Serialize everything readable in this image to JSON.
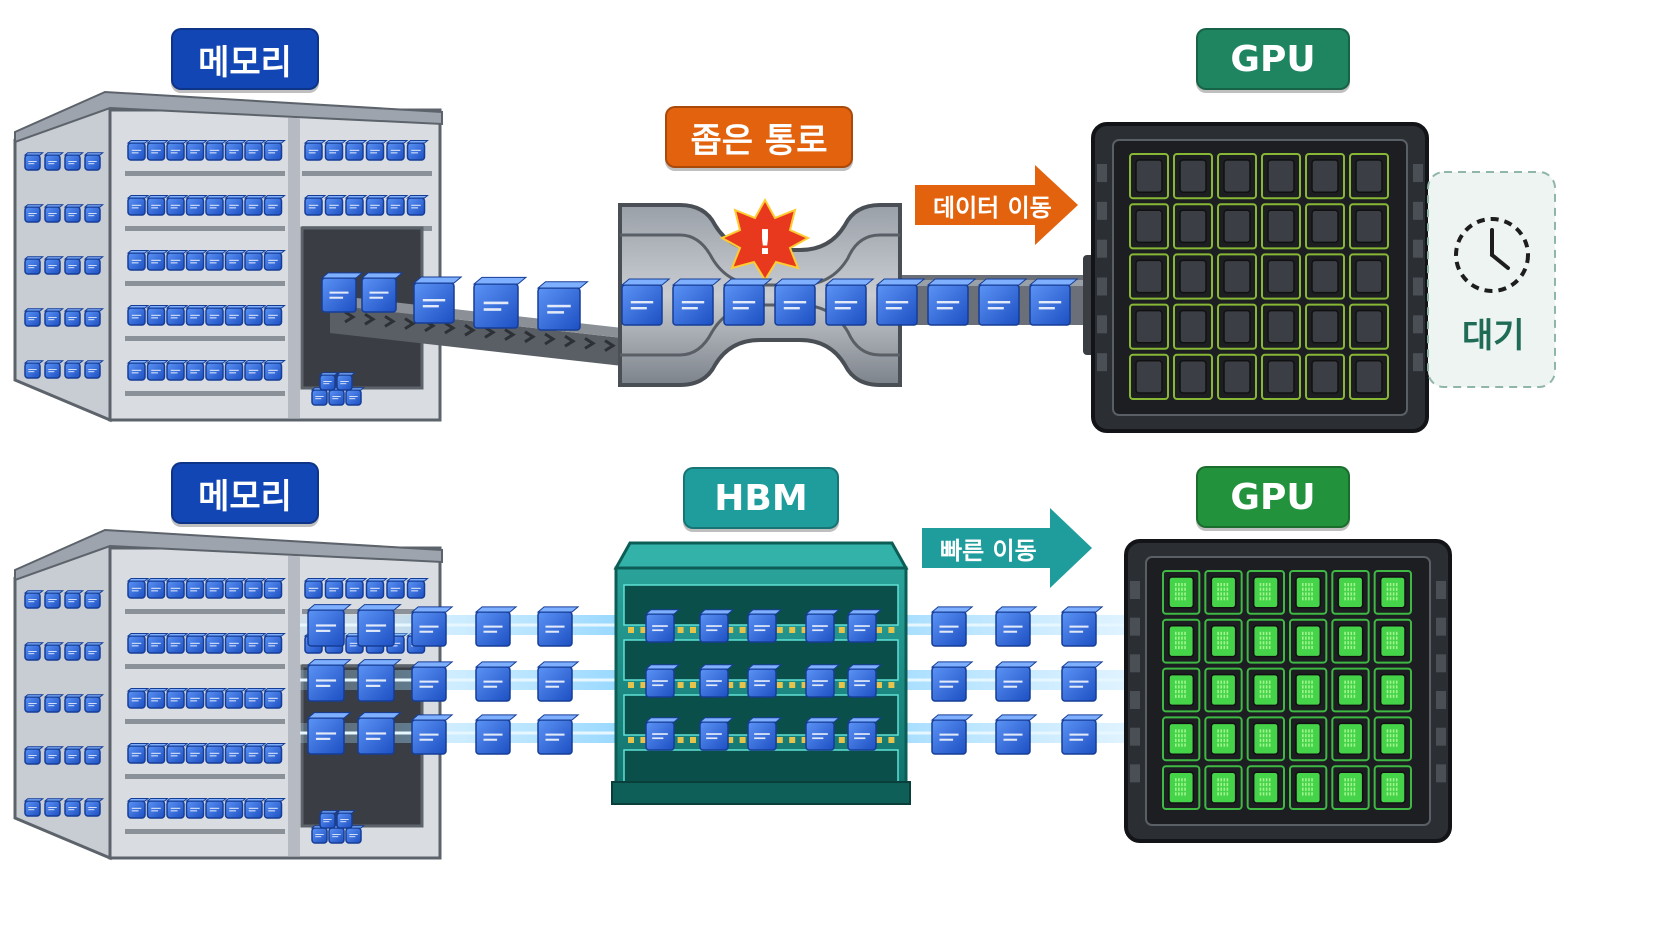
{
  "top_row": {
    "memory_label": "메모리",
    "narrow_label": "좁은 통로",
    "move_label": "데이터 이동",
    "gpu_label": "GPU",
    "wait_label": "대기",
    "warning_symbol": "!"
  },
  "bottom_row": {
    "memory_label": "메모리",
    "hbm_label": "HBM",
    "move_label": "빠른 이동",
    "gpu_label": "GPU"
  },
  "colors": {
    "memory_blue": "#1346b5",
    "gpu_green_dark": "#1f8460",
    "gpu_green": "#23923d",
    "narrow_orange": "#e2620e",
    "hbm_teal": "#1f9c9c",
    "data_block": "#2f6fe0",
    "stream_blue": "#3fb7ff",
    "gpu_idle_chip": "#3b3f45",
    "gpu_active_chip": "#45d34a"
  },
  "icons": [
    "clock-icon",
    "warning-burst-icon",
    "arrow-right-icon",
    "building-icon",
    "chip-icon"
  ]
}
